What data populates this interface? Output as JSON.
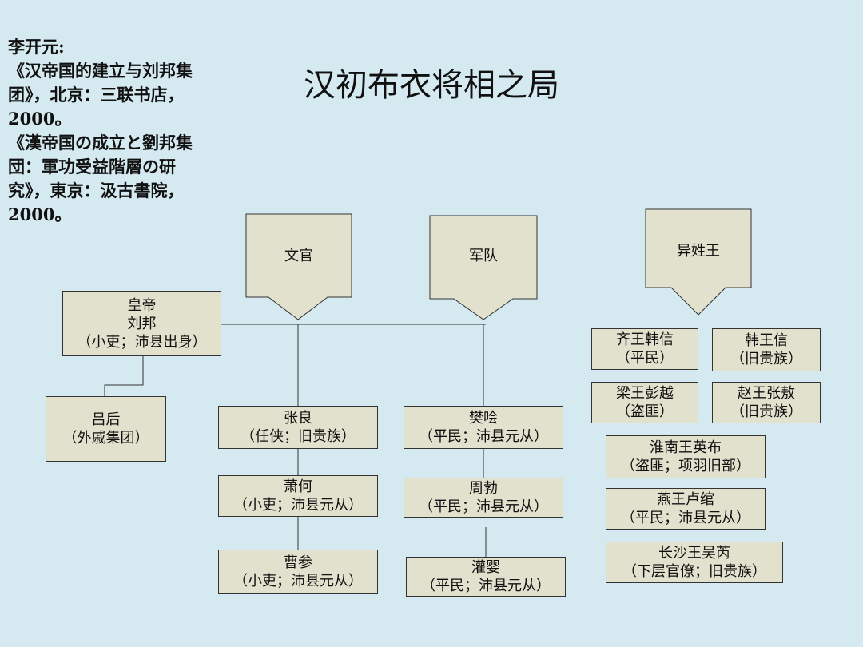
{
  "citation": {
    "lines": [
      "李开元:",
      "《汉帝国的建立与刘邦集团》，北京：三联书店，2000。",
      "《漢帝国の成立と劉邦集団：軍功受益階層の研究》，東京：汲古書院，2000。"
    ]
  },
  "title": "汉初布衣将相之局",
  "categories": {
    "civil": "文官",
    "military": "军队",
    "kings": "异姓王"
  },
  "emperor": {
    "title": "皇帝",
    "name": "刘邦",
    "note": "（小吏；沛县出身）"
  },
  "empress": {
    "name": "吕后",
    "note": "（外戚集团）"
  },
  "civil_officials": [
    {
      "name": "张良",
      "note": "（任侠；旧贵族）"
    },
    {
      "name": "萧何",
      "note": "（小吏；沛县元从）"
    },
    {
      "name": "曹参",
      "note": "（小吏；沛县元从）"
    }
  ],
  "military": [
    {
      "name": "樊哙",
      "note": "（平民；沛县元从）"
    },
    {
      "name": "周勃",
      "note": "（平民；沛县元从）"
    },
    {
      "name": "灌婴",
      "note": "（平民；沛县元从）"
    }
  ],
  "kings": [
    {
      "name": "齐王韩信",
      "note": "（平民）"
    },
    {
      "name": "韩王信",
      "note": "（旧贵族）"
    },
    {
      "name": "梁王彭越",
      "note": "（盗匪）"
    },
    {
      "name": "赵王张敖",
      "note": "（旧贵族）"
    },
    {
      "name": "淮南王英布",
      "note": "（盗匪；项羽旧部）"
    },
    {
      "name": "燕王卢绾",
      "note": "（平民；沛县元从）"
    },
    {
      "name": "长沙王吴芮",
      "note": "（下层官僚；旧贵族）"
    }
  ]
}
